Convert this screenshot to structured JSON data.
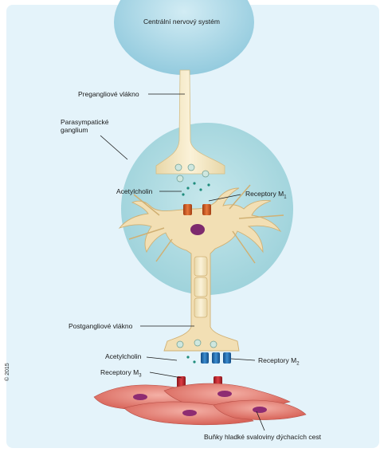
{
  "labels": {
    "cns": "Centrální nervový systém",
    "preganglionic": "Pregangliové vlákno",
    "ganglion": "Parasympatické ganglium",
    "acetylcholine_top": "Acetylcholin",
    "receptor_m1_text": "Receptory M",
    "receptor_m1_sub": "1",
    "postganglionic": "Postgangliové vlákno",
    "acetylcholine_bottom": "Acetylcholin",
    "receptor_m2_text": "Receptory M",
    "receptor_m2_sub": "2",
    "receptor_m3_text": "Receptory M",
    "receptor_m3_sub": "3",
    "smooth_muscle": "Buňky hladké svaloviny dýchacích cest"
  },
  "copyright": "© 2015",
  "colors": {
    "panel_bg": "#e4f3fa",
    "cns_sphere": "#a8d6e6",
    "ganglion_sphere": "#a9d9df",
    "nerve_fiber": "#f4e7c4",
    "neuron_body": "#f2dfb4",
    "nucleus": "#7d2a6e",
    "receptor_m1": "#d55b22",
    "receptor_m2": "#1f6fb5",
    "receptor_m3": "#c2262e",
    "muscle_cell": "#e8867f",
    "muscle_nucleus": "#8e2c72",
    "vesicle": "#cfe7df"
  }
}
